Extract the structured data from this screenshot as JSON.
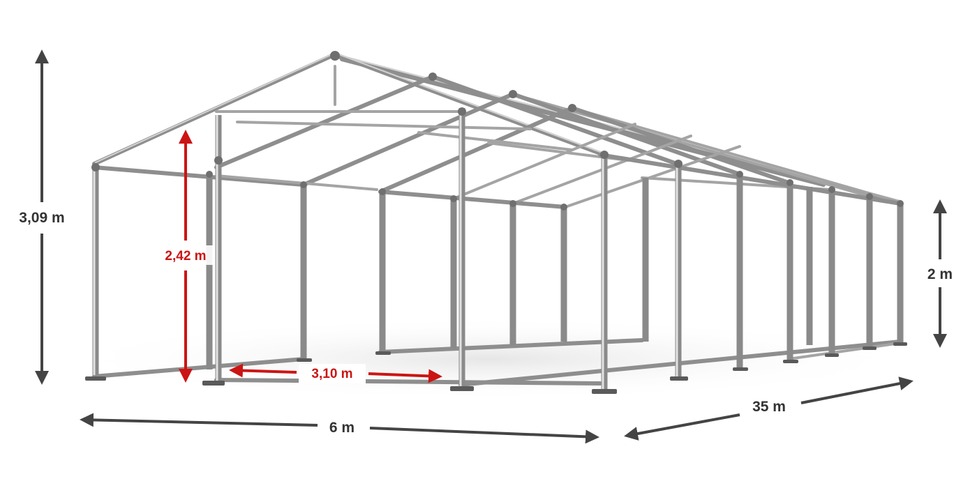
{
  "dimensions": {
    "total_height": "3,09 m",
    "side_height": "2 m",
    "ridge_clearance": "2,42 m",
    "module_spacing": "3,10 m",
    "width": "6 m",
    "length": "35 m"
  },
  "colors": {
    "dimension_arrows": "#444444",
    "highlight_arrows": "#cc1414",
    "frame": "#8e8e8e",
    "background": "#ffffff"
  }
}
